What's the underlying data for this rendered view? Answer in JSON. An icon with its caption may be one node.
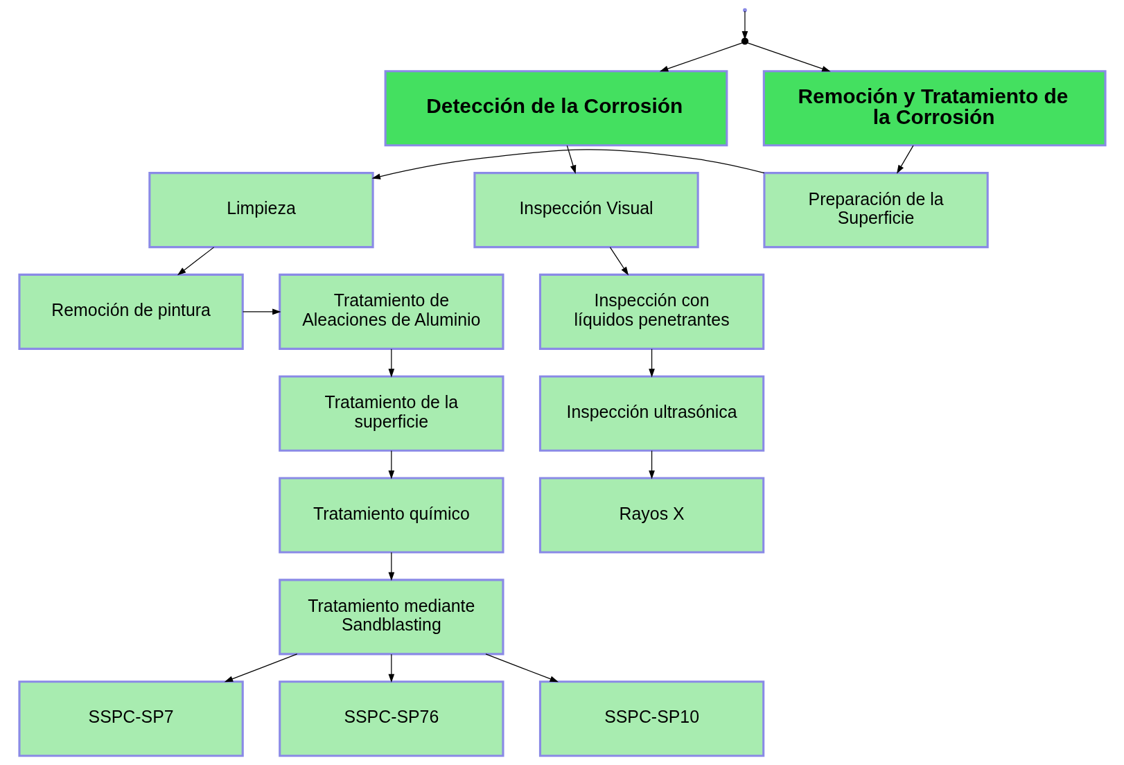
{
  "diagram": {
    "nodes": [
      {
        "text": [
          "Detección de la Corrosión"
        ]
      },
      {
        "text": [
          "Remoción y Tratamiento de la Corrosión"
        ]
      },
      {
        "text": [
          "Inspección Visual"
        ]
      },
      {
        "text": [
          "Inspección con líquidos penetrantes"
        ]
      },
      {
        "text": [
          "Inspección ultrasónica"
        ]
      },
      {
        "text": [
          "Rayos X"
        ]
      },
      {
        "text": [
          "Preparación de la Superficie"
        ]
      },
      {
        "text": [
          "Limpieza"
        ]
      },
      {
        "text": [
          "Tratamiento de Aleaciones de Aluminio"
        ]
      },
      {
        "text": [
          "Remoción de pintura"
        ]
      },
      {
        "text": [
          "Tratamiento de la superficie"
        ]
      },
      {
        "text": [
          "Tratamiento químico"
        ]
      },
      {
        "text": [
          "Tratamiento mediante Sandblasting"
        ]
      },
      {
        "text": [
          "SSPC-SP7"
        ]
      },
      {
        "text": [
          "SSPC-SP76"
        ]
      },
      {
        "text": [
          "SSPC-SP10"
        ]
      },
      {
        "text": [],
        "shape": "point"
      }
    ],
    "edges": [
      {
        "from": null,
        "to": 16,
        "arrow": "to"
      },
      {
        "from": 16,
        "to": 0,
        "arrow": "to"
      },
      {
        "from": 16,
        "to": 1,
        "arrow": "to"
      },
      {
        "from": 0,
        "to": 2,
        "arrow": "to"
      },
      {
        "from": 2,
        "to": 3,
        "arrow": "to"
      },
      {
        "from": 3,
        "to": 4,
        "arrow": "to"
      },
      {
        "from": 4,
        "to": 5,
        "arrow": "to"
      },
      {
        "from": 1,
        "to": 6,
        "arrow": "to"
      },
      {
        "from": 6,
        "to": 7,
        "arrow": "to"
      },
      {
        "from": 7,
        "to": 9,
        "arrow": "to"
      },
      {
        "from": 9,
        "to": 8,
        "arrow": "to"
      },
      {
        "from": 8,
        "to": 10,
        "arrow": "to"
      },
      {
        "from": 10,
        "to": 11,
        "arrow": "to"
      },
      {
        "from": 11,
        "to": 12,
        "arrow": "to"
      },
      {
        "from": 12,
        "to": 13,
        "arrow": "to"
      },
      {
        "from": 12,
        "to": 14,
        "arrow": "to"
      },
      {
        "from": 12,
        "to": 15,
        "arrow": "to"
      }
    ]
  }
}
